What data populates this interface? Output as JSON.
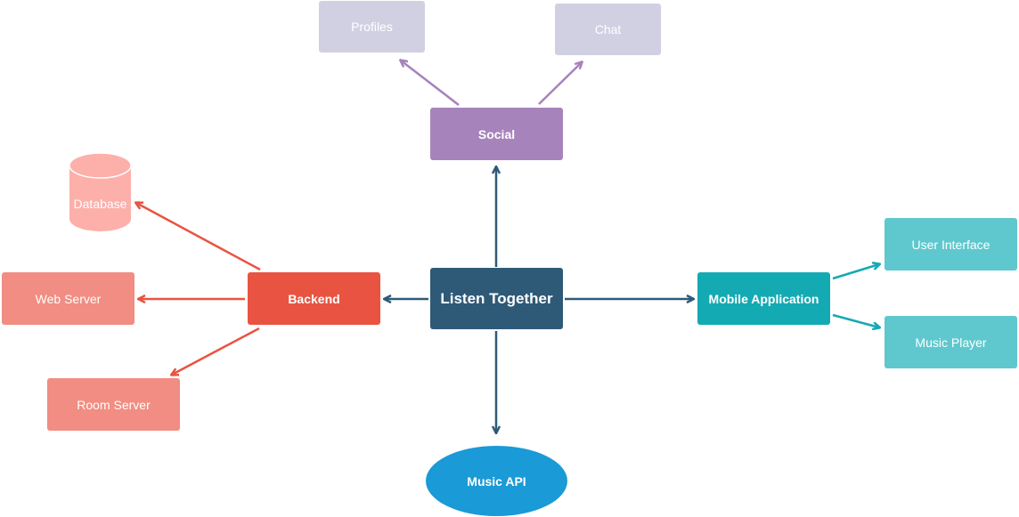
{
  "colors": {
    "center": "#2e5a78",
    "social": "#a783bb",
    "social_child": "#d1d0e3",
    "backend": "#e85441",
    "backend_child": "#f18d82",
    "database": "#fdafaa",
    "mobile": "#14aab3",
    "mobile_child": "#5fc8ce",
    "music_api": "#1a9ad6"
  },
  "nodes": {
    "center": "Listen Together",
    "social": "Social",
    "profiles": "Profiles",
    "chat": "Chat",
    "backend": "Backend",
    "database": "Database",
    "web_server": "Web Server",
    "room_server": "Room Server",
    "mobile": "Mobile Application",
    "user_interface": "User Interface",
    "music_player": "Music Player",
    "music_api": "Music API"
  }
}
